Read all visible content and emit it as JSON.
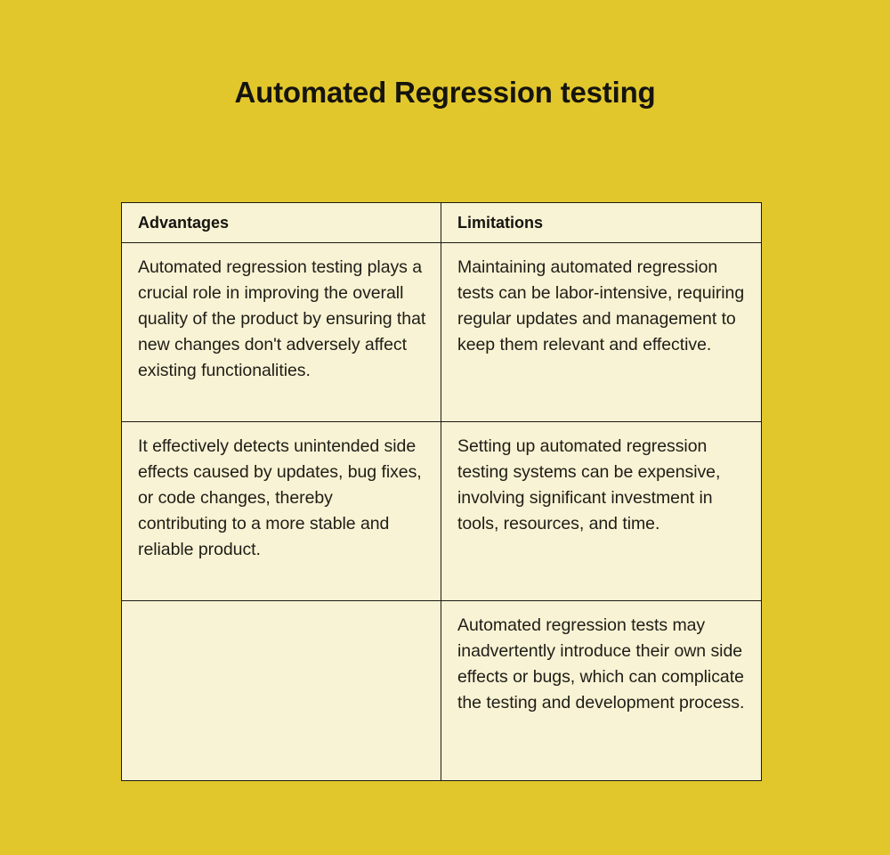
{
  "page": {
    "title": "Automated Regression testing",
    "background_color": "#e2c72c",
    "cell_background_color": "#f8f3d4",
    "border_color": "#1c1a14",
    "text_color": "#1a1a1a"
  },
  "table": {
    "headers": [
      "Advantages",
      "Limitations"
    ],
    "rows": [
      {
        "advantages": "Automated regression testing plays a crucial role in improving the overall quality of the product by ensuring that new changes don't adversely affect existing functionalities.",
        "limitations": "Maintaining automated regression tests can be labor-intensive, requiring regular updates and management to keep them relevant and effective."
      },
      {
        "advantages": "It effectively detects unintended side effects caused by updates, bug fixes, or code changes, thereby contributing to a more stable and reliable product.",
        "limitations": "Setting up automated regression testing systems can be expensive, involving significant investment in tools, resources, and time."
      },
      {
        "advantages": "",
        "limitations": "Automated regression tests may inadvertently introduce their own side effects or bugs, which can complicate the testing and development process."
      }
    ]
  }
}
